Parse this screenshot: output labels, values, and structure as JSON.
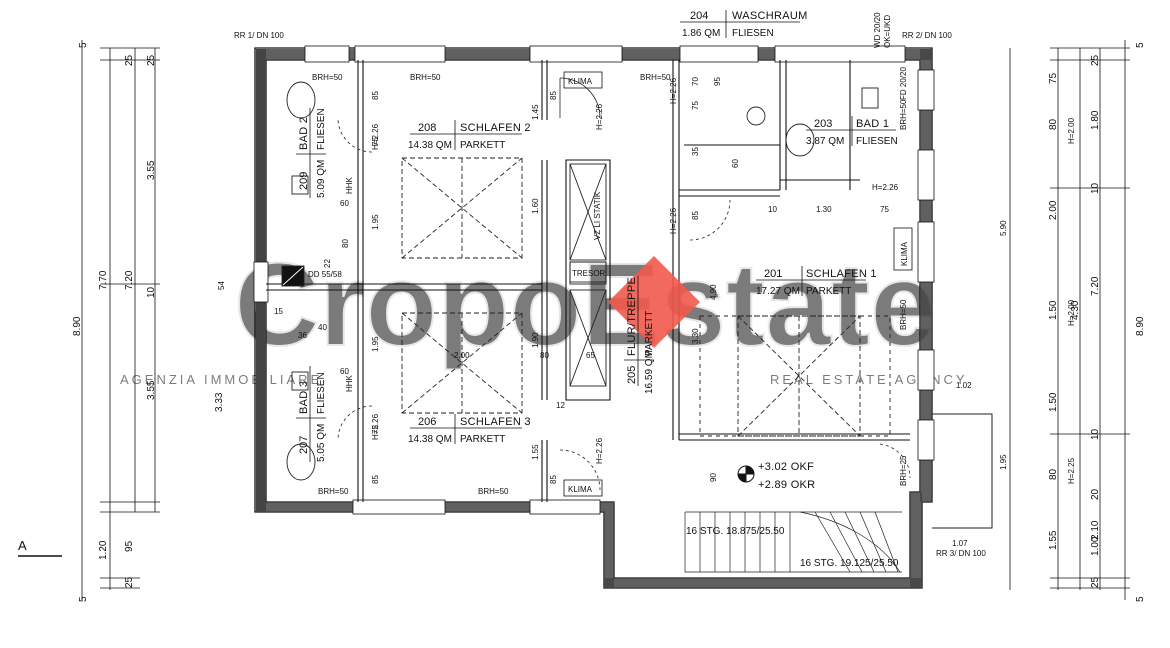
{
  "colors": {
    "line": "#111111",
    "wall": "#3a3a3a",
    "diamond": "#f05a4b",
    "watermark": "#d8d8d8"
  },
  "watermark": {
    "brand": "CropoEstate",
    "tagline_left": "AGENZIA IMMOBILIARE",
    "tagline_right": "REAL ESTATE AGENCY"
  },
  "rooms": {
    "r204": {
      "no": "204",
      "name": "WASCHRAUM",
      "area": "1.86 QM",
      "floor": "FLIESEN"
    },
    "r208": {
      "no": "208",
      "name": "SCHLAFEN 2",
      "area": "14.38 QM",
      "floor": "PARKETT"
    },
    "r203": {
      "no": "203",
      "name": "BAD 1",
      "area": "3.87 QM",
      "floor": "FLIESEN"
    },
    "r209": {
      "no": "209",
      "name": "BAD 2",
      "area": "5.09 QM",
      "floor": "FLIESEN"
    },
    "r201": {
      "no": "201",
      "name": "SCHLAFEN 1",
      "area": "17.27 QM",
      "floor": "PARKETT"
    },
    "r205": {
      "no": "205",
      "name": "FLUR/TREPPE",
      "area": "16.59 QM",
      "floor": "PARKETT"
    },
    "r207": {
      "no": "207",
      "name": "BAD 3",
      "area": "5.05 QM",
      "floor": "FLIESEN"
    },
    "r206": {
      "no": "206",
      "name": "SCHLAFEN 3",
      "area": "14.38 QM",
      "floor": "PARKETT"
    }
  },
  "notes": {
    "rr1": "RR 1/ DN 100",
    "rr2": "RR 2/ DN 100",
    "rr3": "RR 3/ DN 100",
    "wd": "WD 20/20",
    "ok": "OK=UKD",
    "fd": "FD 20/20",
    "klima_a": "KLIMA",
    "klima_b": "KLIMA",
    "klima_c": "KLIMA",
    "tresor": "TRESOR",
    "vz": "VZ LI STATIK",
    "hhk_a": "HHK",
    "hhk_b": "HHK",
    "dd": "DD 55/58",
    "level_okf": "+3.02 OKF",
    "level_okr": "+2.89 OKR",
    "stg1": "16 STG. 18.875/25.50",
    "stg2": "16 STG. 19.125/25.50",
    "section_a": "A",
    "brh50": "BRH=50",
    "brh25": "BRH=25",
    "h226": "H=2.26",
    "h200": "H=2.00",
    "h225": "H=2.25",
    "d102": "1.02",
    "d107": "1.07",
    "d130": "1.30",
    "d200": "2.00",
    "d590": "5.90",
    "d490": "4.90",
    "d330": "3.30",
    "d190": "1.90",
    "d195": "1.95",
    "d155": "1.55",
    "d160": "1.60",
    "d145": "1.45",
    "n85": "85",
    "n75": "75",
    "n60": "60",
    "n80": "80",
    "n65": "65",
    "n90": "90",
    "n10": "10",
    "n22": "22",
    "n40": "40",
    "n54": "54",
    "n15": "15",
    "n12": "12",
    "n35": "35",
    "n70": "70",
    "n95": "95",
    "n36": "36"
  },
  "dims_left": {
    "o5": "5",
    "o25a": "25",
    "o25b": "25",
    "o770": "7.70",
    "o355a": "3.55",
    "o720": "7.20",
    "o10": "10",
    "o355b": "3.55",
    "o890": "8.90",
    "o333": "3.33",
    "o120": "1.20",
    "o95": "95",
    "o25c": "25",
    "o5b": "5"
  },
  "dims_right": {
    "o5": "5",
    "o25a": "25",
    "o75": "75",
    "o80": "80",
    "o180": "1.80",
    "o10a": "10",
    "o200": "2.00",
    "o720": "7.20",
    "o150a": "1.50",
    "o430": "4.30",
    "o890": "8.90",
    "o150b": "1.50",
    "o10b": "10",
    "o80b": "80",
    "o20": "20",
    "o210": "2.10",
    "o155": "1.55",
    "o100": "1.00",
    "o25b": "25",
    "o5b": "5"
  }
}
